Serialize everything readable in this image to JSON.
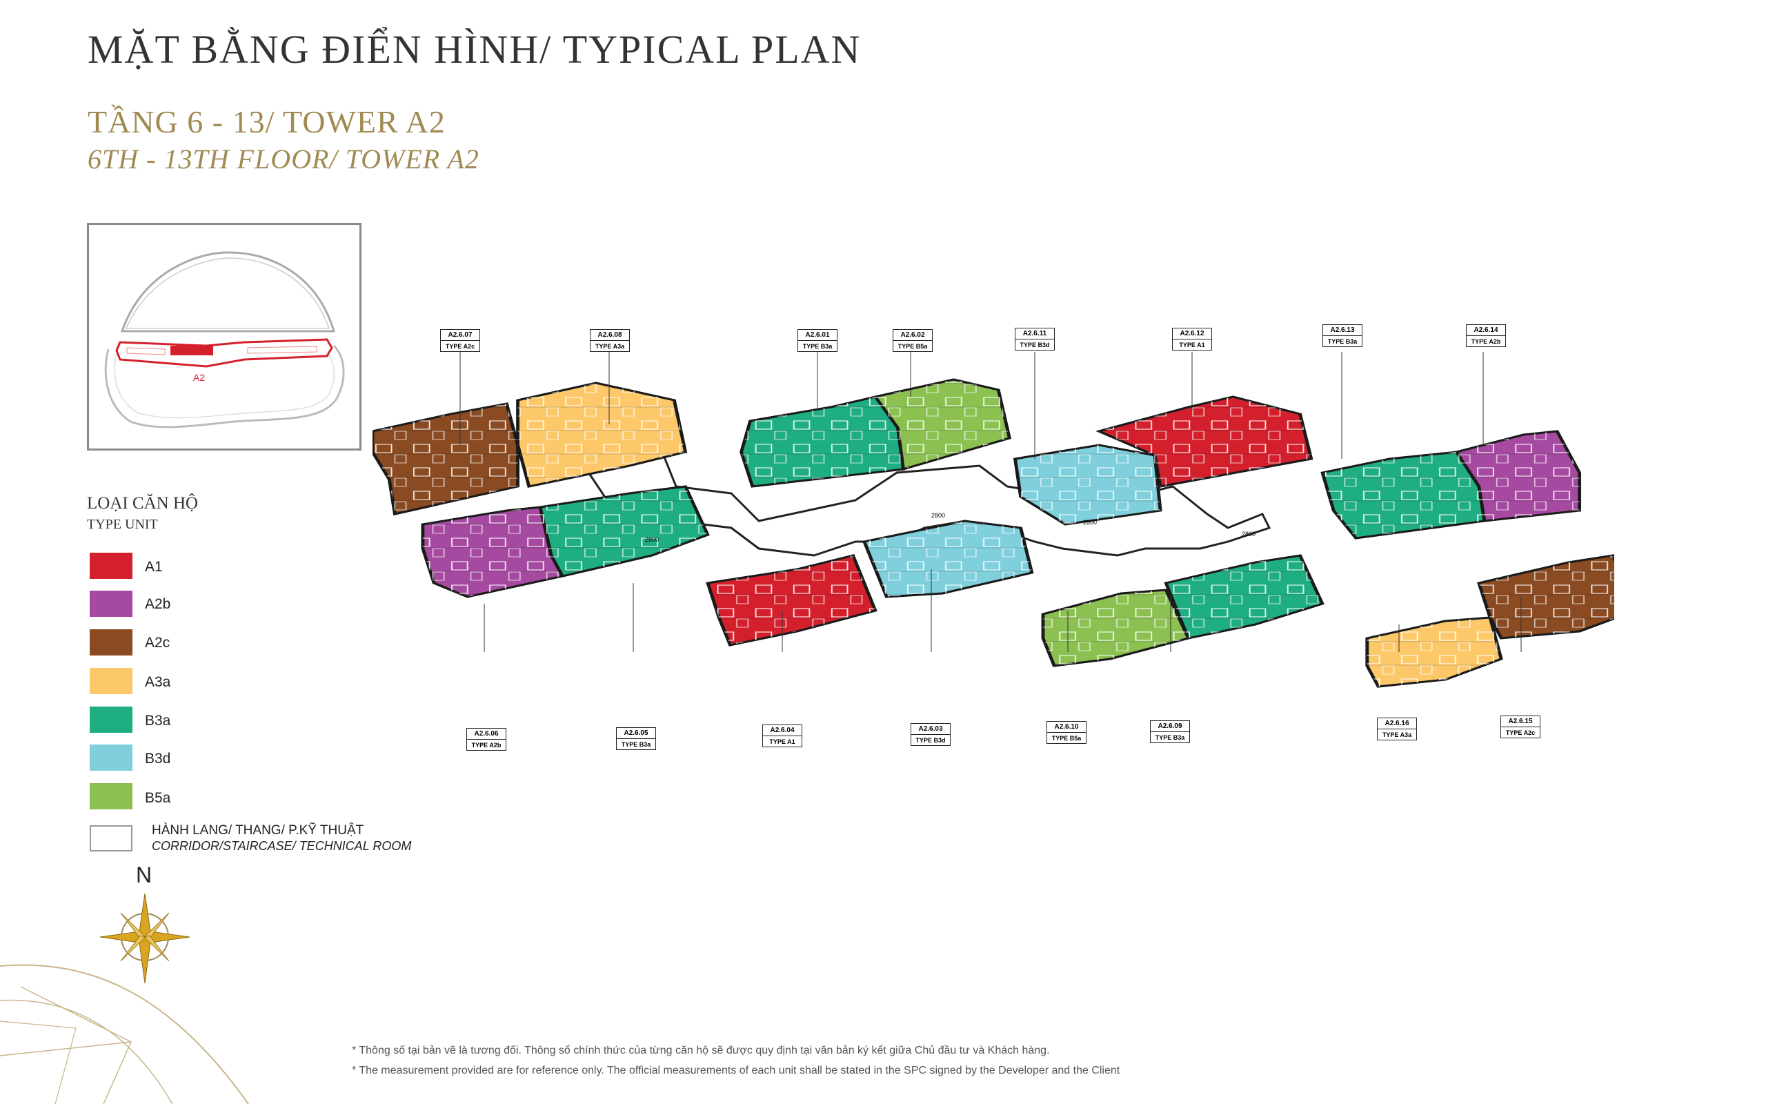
{
  "header": {
    "title": "MẶT BẰNG ĐIỂN HÌNH/ TYPICAL PLAN",
    "subtitle_vi": "TẦNG 6 - 13/ TOWER A2",
    "subtitle_en": "6TH - 13TH FLOOR/ TOWER A2"
  },
  "keyplan": {
    "tower_label": "A2"
  },
  "legend": {
    "title_vi": "LOẠI CĂN HỘ",
    "title_en": "TYPE UNIT",
    "items": [
      {
        "label": "A1",
        "color": "#d4202c"
      },
      {
        "label": "A2b",
        "color": "#a54aa0"
      },
      {
        "label": "A2c",
        "color": "#8a4a22"
      },
      {
        "label": "A3a",
        "color": "#fdc86a"
      },
      {
        "label": "B3a",
        "color": "#1fae82"
      },
      {
        "label": "B3d",
        "color": "#7fd0dc"
      },
      {
        "label": "B5a",
        "color": "#8cc152"
      }
    ],
    "corridor_vi": "HÀNH LANG/ THANG/ P.KỸ THUẬT",
    "corridor_en": "CORRIDOR/STAIRCASE/ TECHNICAL ROOM"
  },
  "compass": {
    "north_label": "N"
  },
  "units": [
    {
      "code": "A2.6.07",
      "type": "TYPE A2c",
      "color": "#8a4a22"
    },
    {
      "code": "A2.6.08",
      "type": "TYPE A3a",
      "color": "#fdc86a"
    },
    {
      "code": "A2.6.01",
      "type": "TYPE B3a",
      "color": "#1fae82"
    },
    {
      "code": "A2.6.02",
      "type": "TYPE B5a",
      "color": "#8cc152"
    },
    {
      "code": "A2.6.11",
      "type": "TYPE B3d",
      "color": "#7fd0dc"
    },
    {
      "code": "A2.6.12",
      "type": "TYPE A1",
      "color": "#d4202c"
    },
    {
      "code": "A2.6.13",
      "type": "TYPE B3a",
      "color": "#1fae82"
    },
    {
      "code": "A2.6.14",
      "type": "TYPE A2b",
      "color": "#a54aa0"
    },
    {
      "code": "A2.6.06",
      "type": "TYPE A2b",
      "color": "#a54aa0"
    },
    {
      "code": "A2.6.05",
      "type": "TYPE B3a",
      "color": "#1fae82"
    },
    {
      "code": "A2.6.04",
      "type": "TYPE A1",
      "color": "#d4202c"
    },
    {
      "code": "A2.6.03",
      "type": "TYPE B3d",
      "color": "#7fd0dc"
    },
    {
      "code": "A2.6.10",
      "type": "TYPE B5a",
      "color": "#8cc152"
    },
    {
      "code": "A2.6.09",
      "type": "TYPE B3a",
      "color": "#1fae82"
    },
    {
      "code": "A2.6.16",
      "type": "TYPE A3a",
      "color": "#fdc86a"
    },
    {
      "code": "A2.6.15",
      "type": "TYPE A2c",
      "color": "#8a4a22"
    }
  ],
  "corridor_dims": [
    "2800",
    "2800",
    "2800",
    "2800"
  ],
  "notes": [
    "* Thông số tại bản vẽ là tương đối. Thông số chính thức của từng căn hộ sẽ được quy định tại văn bản ký kết giữa Chủ đầu tư và Khách hàng.",
    "* The measurement provided are for reference only. The official measurements of each unit shall be stated in the SPC signed by the Developer and the Client"
  ]
}
